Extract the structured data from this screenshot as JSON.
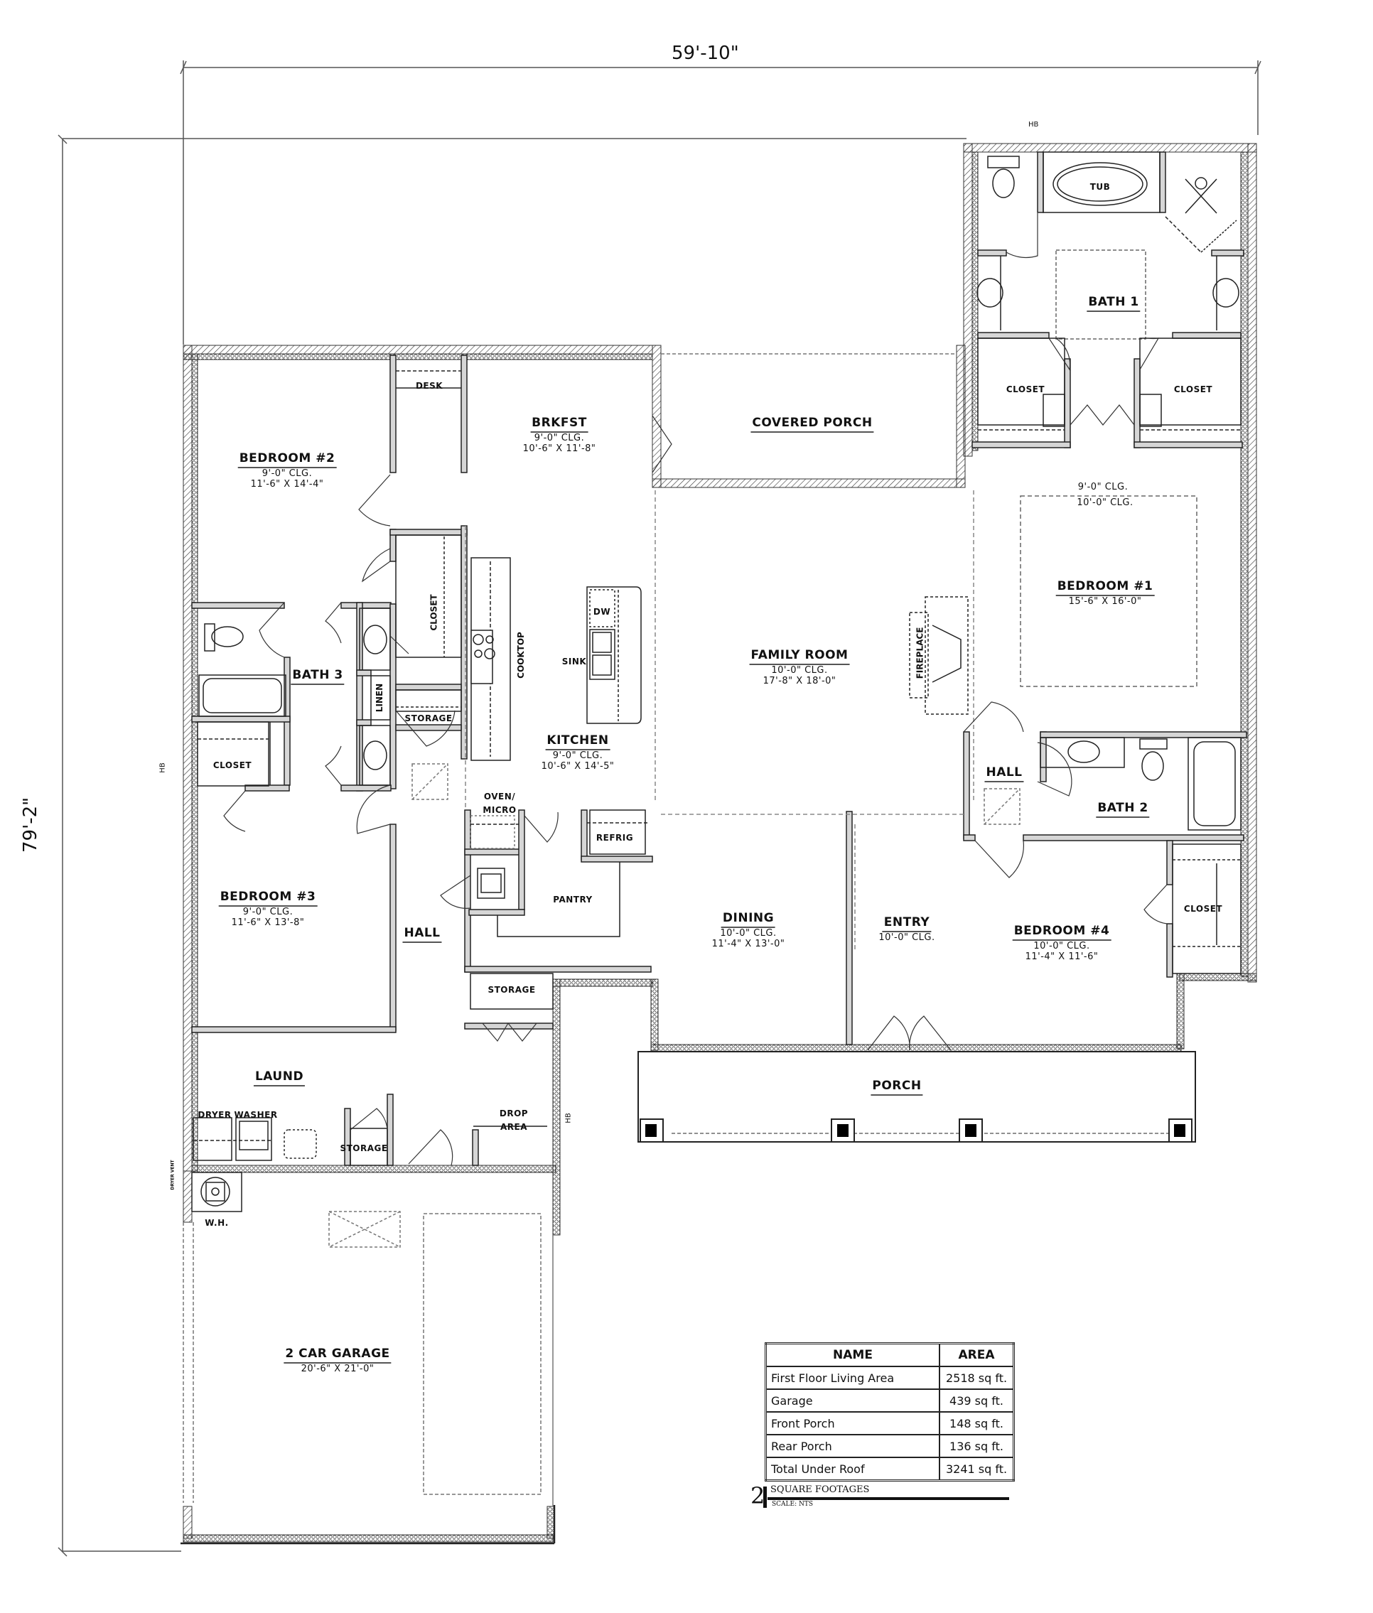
{
  "dimensions": {
    "overall_width": "59'-10\"",
    "overall_depth": "79'-2\""
  },
  "rooms": {
    "bedroom2": {
      "name": "BEDROOM #2",
      "ceiling": "9'-0\" CLG.",
      "size": "11'-6\" X 14'-4\""
    },
    "desk": {
      "name": "DESK"
    },
    "brkfst": {
      "name": "BRKFST",
      "ceiling": "9'-0\" CLG.",
      "size": "10'-6\" X 11'-8\""
    },
    "covered_porch": {
      "name": "COVERED PORCH"
    },
    "bath1": {
      "name": "BATH 1",
      "tub": "TUB"
    },
    "bath1_closet_left": {
      "name": "CLOSET"
    },
    "bath1_closet_right": {
      "name": "CLOSET"
    },
    "bedroom1": {
      "name": "BEDROOM #1",
      "ceiling_outer": "9'-0\" CLG.",
      "ceiling_tray": "10'-0\" CLG.",
      "size": "15'-6\" X 16'-0\""
    },
    "bath3": {
      "name": "BATH 3",
      "linen": "LINEN",
      "storage": "STORAGE"
    },
    "hall_closet": {
      "name": "CLOSET"
    },
    "bed2_closet": {
      "name": "CLOSET"
    },
    "kitchen": {
      "name": "KITCHEN",
      "ceiling": "9'-0\" CLG.",
      "size": "10'-6\" X 14'-5\"",
      "cooktop": "COOKTOP",
      "sink": "SINK",
      "dw": "DW",
      "oven": "OVEN/",
      "micro": "MICRO",
      "refrig": "REFRIG"
    },
    "family_room": {
      "name": "FAMILY ROOM",
      "ceiling": "10'-0\" CLG.",
      "size": "17'-8\" X 18'-0\"",
      "fireplace": "FIREPLACE"
    },
    "hall_right": {
      "name": "HALL"
    },
    "bath2": {
      "name": "BATH 2"
    },
    "bedroom3": {
      "name": "BEDROOM #3",
      "ceiling": "9'-0\" CLG.",
      "size": "11'-6\" X 13'-8\""
    },
    "hall_left": {
      "name": "HALL"
    },
    "pantry": {
      "name": "PANTRY"
    },
    "storage_mid": {
      "name": "STORAGE"
    },
    "dining": {
      "name": "DINING",
      "ceiling": "10'-0\" CLG.",
      "size": "11'-4\" X 13'-0\""
    },
    "entry": {
      "name": "ENTRY",
      "ceiling": "10'-0\" CLG."
    },
    "bedroom4": {
      "name": "BEDROOM #4",
      "ceiling": "10'-0\" CLG.",
      "size": "11'-4\" X 11'-6\"",
      "closet": "CLOSET"
    },
    "laund": {
      "name": "LAUND",
      "dryer": "DRYER",
      "washer": "WASHER",
      "storage": "STORAGE",
      "wh": "W.H.",
      "dryer_vent": "DRYER VENT"
    },
    "drop_area": {
      "line1": "DROP",
      "line2": "AREA"
    },
    "porch": {
      "name": "PORCH"
    },
    "garage": {
      "name": "2 CAR GARAGE",
      "size": "20'-6\" X 21'-0\""
    }
  },
  "markers": {
    "hb": "HB"
  },
  "square_footage_table": {
    "headers": [
      "NAME",
      "AREA"
    ],
    "rows": [
      {
        "name": "First Floor Living Area",
        "area": "2518 sq ft."
      },
      {
        "name": "Garage",
        "area": "439 sq ft."
      },
      {
        "name": "Front Porch",
        "area": "148 sq ft."
      },
      {
        "name": "Rear Porch",
        "area": "136 sq ft."
      },
      {
        "name": "Total Under Roof",
        "area": "3241 sq ft."
      }
    ]
  },
  "title_block": {
    "number": "2",
    "title": "SQUARE FOOTAGES",
    "scale": "SCALE: NTS"
  }
}
